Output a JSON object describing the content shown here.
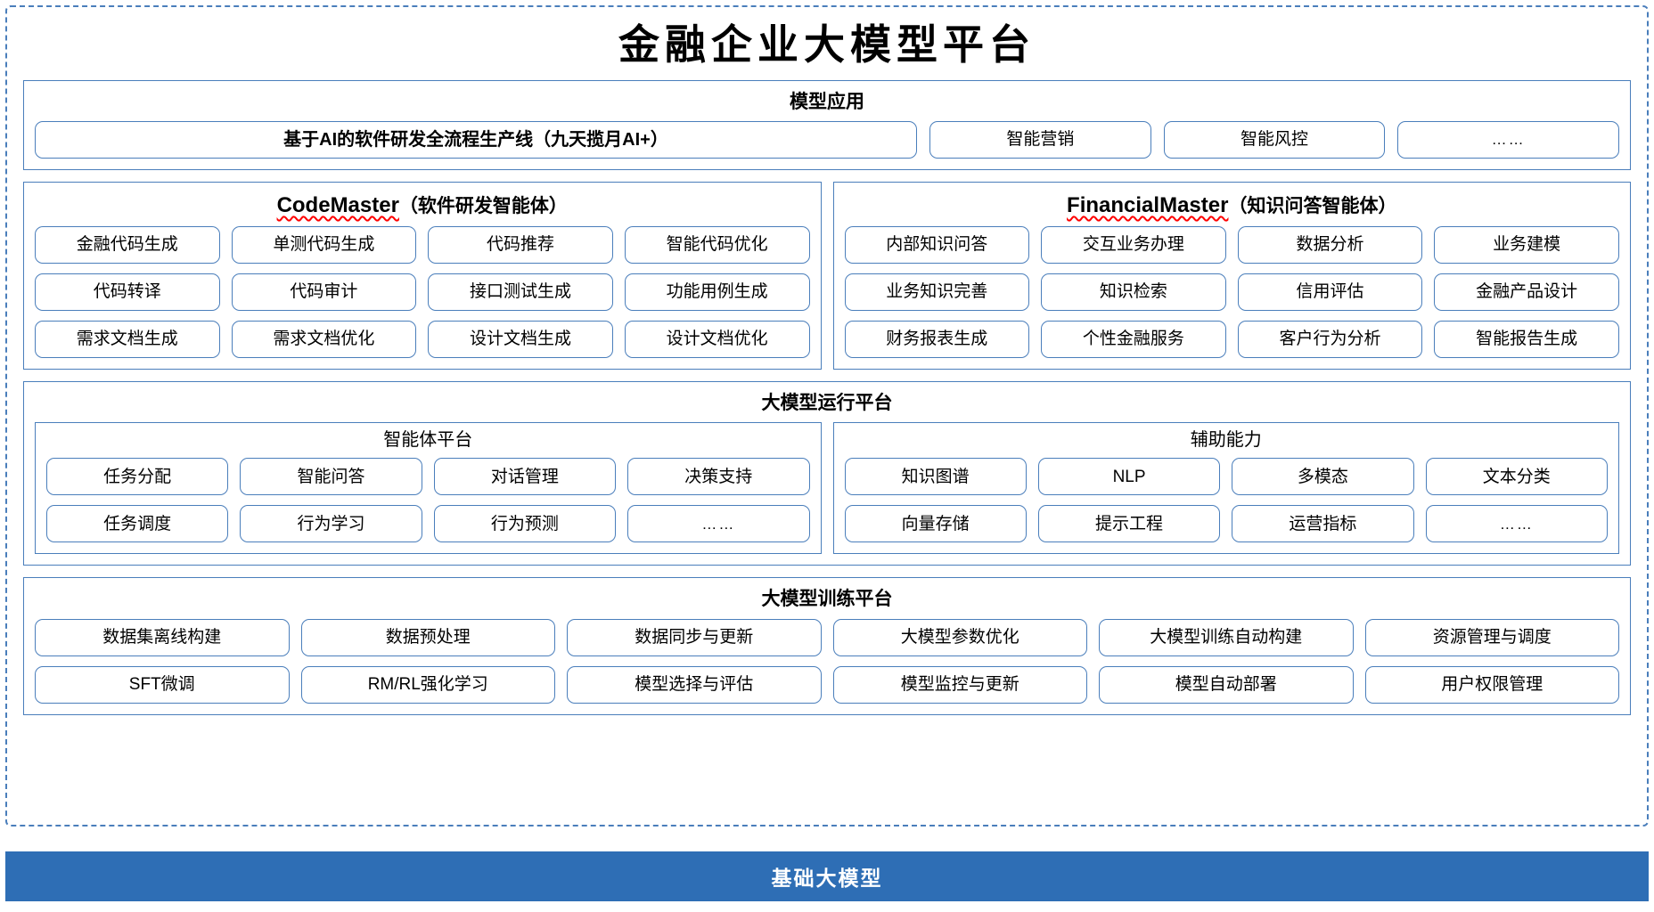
{
  "title": "金融企业大模型平台",
  "footer": {
    "label": "基础大模型",
    "color": "#2e6eb5"
  },
  "theme": {
    "border_blue": "#4a7ebb",
    "footer_blue": "#2e6eb5",
    "spellcheck_red": "#ff0000",
    "background": "#ffffff"
  },
  "model_application": {
    "title": "模型应用",
    "primary": "基于AI的软件研发全流程生产线（九天揽月AI+）",
    "others": [
      "智能营销",
      "智能风控",
      "……"
    ]
  },
  "agents": [
    {
      "name_en": "CodeMaster",
      "name_cn": "（软件研发智能体）",
      "spellchecked": true,
      "items": [
        "金融代码生成",
        "单测代码生成",
        "代码推荐",
        "智能代码优化",
        "代码转译",
        "代码审计",
        "接口测试生成",
        "功能用例生成",
        "需求文档生成",
        "需求文档优化",
        "设计文档生成",
        "设计文档优化"
      ]
    },
    {
      "name_en": "FinancialMaster",
      "name_cn": "（知识问答智能体）",
      "spellchecked": true,
      "items": [
        "内部知识问答",
        "交互业务办理",
        "数据分析",
        "业务建模",
        "业务知识完善",
        "知识检索",
        "信用评估",
        "金融产品设计",
        "财务报表生成",
        "个性金融服务",
        "客户行为分析",
        "智能报告生成"
      ]
    }
  ],
  "run_platform": {
    "title": "大模型运行平台",
    "groups": [
      {
        "title": "智能体平台",
        "items": [
          "任务分配",
          "智能问答",
          "对话管理",
          "决策支持",
          "任务调度",
          "行为学习",
          "行为预测",
          "……"
        ]
      },
      {
        "title": "辅助能力",
        "items": [
          "知识图谱",
          "NLP",
          "多模态",
          "文本分类",
          "向量存储",
          "提示工程",
          "运营指标",
          "……"
        ]
      }
    ]
  },
  "train_platform": {
    "title": "大模型训练平台",
    "items": [
      "数据集离线构建",
      "数据预处理",
      "数据同步与更新",
      "大模型参数优化",
      "大模型训练自动构建",
      "资源管理与调度",
      "SFT微调",
      "RM/RL强化学习",
      "模型选择与评估",
      "模型监控与更新",
      "模型自动部署",
      "用户权限管理"
    ]
  }
}
